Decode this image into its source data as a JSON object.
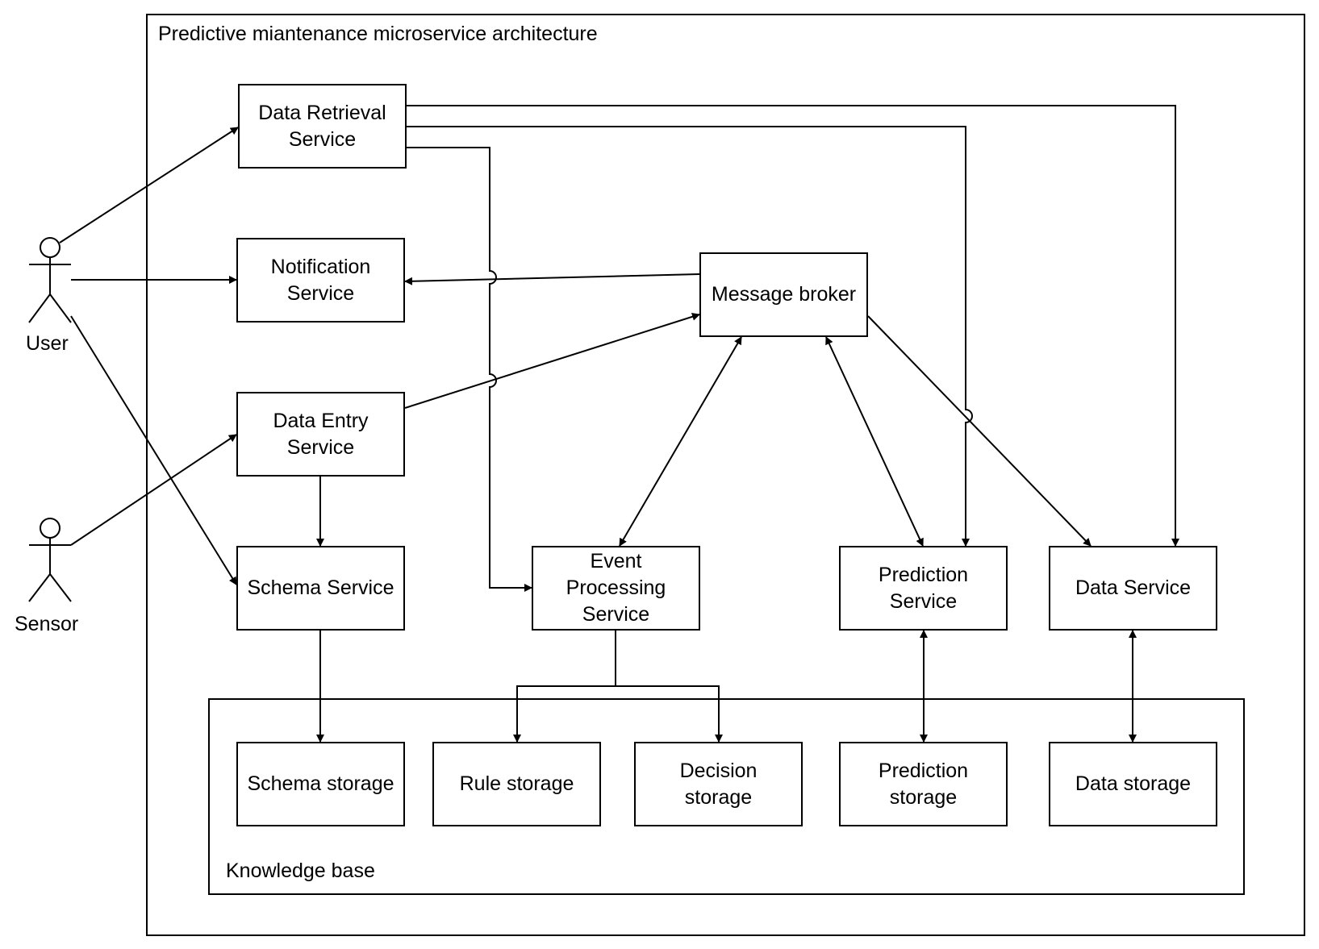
{
  "diagram": {
    "title": "Predictive miantenance microservice architecture",
    "actors": {
      "user": "User",
      "sensor": "Sensor"
    },
    "services": {
      "data_retrieval": "Data Retrieval\nService",
      "notification": "Notification\nService",
      "data_entry": "Data Entry\nService",
      "schema": "Schema Service",
      "event_processing": "Event\nProcessing\nService",
      "prediction": "Prediction\nService",
      "data": "Data Service",
      "message_broker": "Message broker"
    },
    "knowledge_base": {
      "label": "Knowledge base",
      "storages": {
        "schema": "Schema storage",
        "rule": "Rule storage",
        "decision": "Decision\nstorage",
        "prediction": "Prediction\nstorage",
        "data": "Data storage"
      }
    }
  }
}
